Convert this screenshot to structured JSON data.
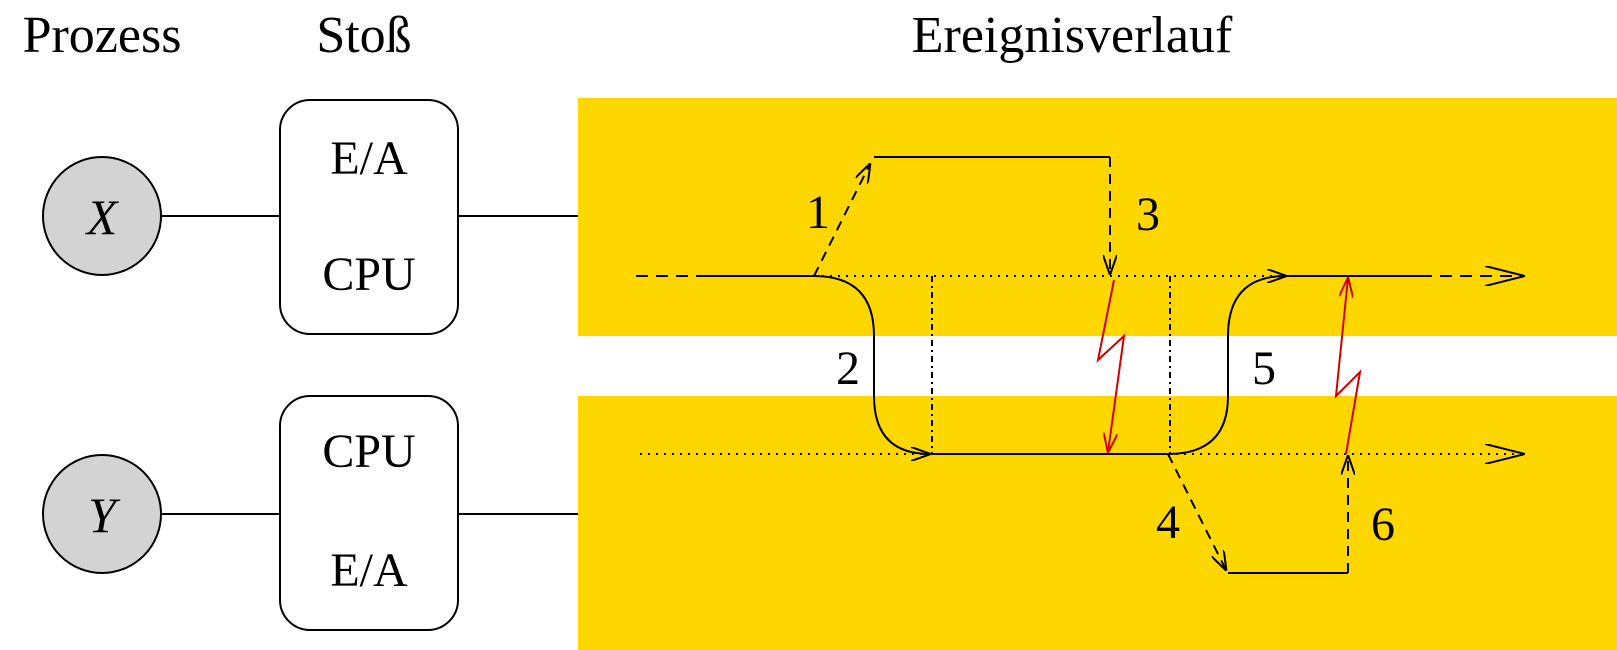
{
  "headers": {
    "process": "Prozess",
    "burst": "Stoß",
    "timeline": "Ereignisverlauf"
  },
  "processes": [
    {
      "name": "X",
      "burst_top": "E/A",
      "burst_bottom": "CPU"
    },
    {
      "name": "Y",
      "burst_top": "CPU",
      "burst_bottom": "E/A"
    }
  ],
  "steps": [
    "1",
    "2",
    "3",
    "4",
    "5",
    "6"
  ],
  "colors": {
    "band": "#FFD700",
    "process_fill": "#D3D3D3",
    "interrupt": "#D00000",
    "line": "#000000"
  }
}
